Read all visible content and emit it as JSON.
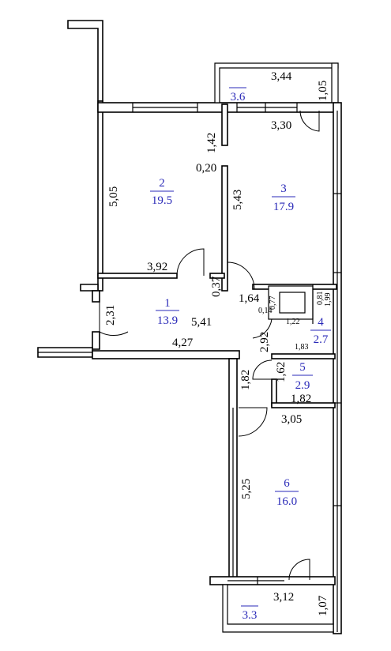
{
  "rooms": [
    {
      "number": "2",
      "area": "19.5"
    },
    {
      "number": "3",
      "area": "17.9"
    },
    {
      "number": "1",
      "area": "13.9"
    },
    {
      "number": "4",
      "area": "2.7"
    },
    {
      "number": "5",
      "area": "2.9"
    },
    {
      "number": "6",
      "area": "16.0"
    }
  ],
  "balconies": [
    {
      "area": "3.6"
    },
    {
      "area": "3.3"
    }
  ],
  "dimensions": {
    "d_344": "3,44",
    "d_105": "1,05",
    "d_330": "3,30",
    "d_142": "1,42",
    "d_020": "0,20",
    "d_505": "5,05",
    "d_543": "5,43",
    "d_392": "3,92",
    "d_037": "0,37",
    "d_164": "1,64",
    "d_014": "0,14",
    "d_077": "0,77",
    "d_081": "0,81",
    "d_199": "1,99",
    "d_122": "1,22",
    "d_231": "2,31",
    "d_541": "5,41",
    "d_427": "4,27",
    "d_292": "2,92",
    "d_183": "1,83",
    "d_182a": "1,82",
    "d_162": "1,62",
    "d_182b": "1,82",
    "d_305": "3,05",
    "d_525": "5,25",
    "d_312": "3,12",
    "d_107": "1,07"
  }
}
